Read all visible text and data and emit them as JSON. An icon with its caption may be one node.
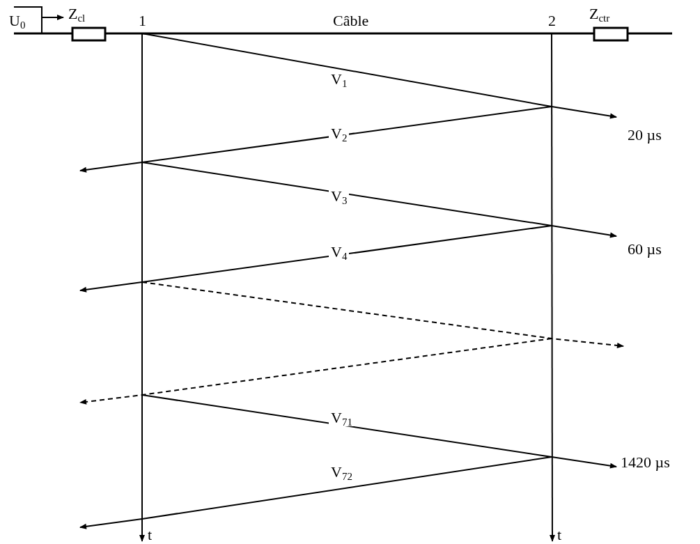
{
  "diagram": {
    "labels": [
      "U$_{0}$",
      "Z$_{cl}$",
      "1",
      "Câble",
      "2",
      "Z$_{ctr}$",
      "V$_{1}$",
      "V$_{2}$",
      "20 µs",
      "V$_{3}$",
      "V$_{4}$",
      "60 µs",
      "V$_{71}$",
      "V$_{72}$",
      "1420 µs",
      "t",
      "t"
    ]
  }
}
